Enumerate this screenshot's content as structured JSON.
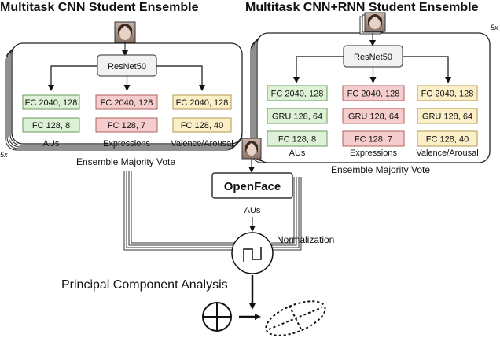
{
  "left_panel": {
    "title": "Multitask CNN Student Ensemble",
    "multiplier": "5x",
    "backbone": "ResNet50",
    "columns": [
      {
        "layer1": "FC 2040, 128",
        "layer2": "FC 128, 8",
        "output": "AUs",
        "color": "#dcf1d5",
        "border": "#6a9a5a"
      },
      {
        "layer1": "FC 2040, 128",
        "layer2": "FC 128, 7",
        "output": "Expressions",
        "color": "#f6cdcd",
        "border": "#b06060"
      },
      {
        "layer1": "FC 2040, 128",
        "layer2": "FC 128, 40",
        "output": "Valence/Arousal",
        "color": "#fbefc8",
        "border": "#b09a50"
      }
    ],
    "vote": "Ensemble Majority Vote"
  },
  "right_panel": {
    "title": "Multitask CNN+RNN Student Ensemble",
    "multiplier": "5x",
    "backbone": "ResNet50",
    "columns": [
      {
        "layer1": "FC 2040, 128",
        "layer2": "GRU 128, 64",
        "layer3": "FC 128, 8",
        "output": "AUs",
        "color": "#dcf1d5",
        "border": "#6a9a5a"
      },
      {
        "layer1": "FC 2040, 128",
        "layer2": "GRU 128, 64",
        "layer3": "FC 128, 7",
        "output": "Expressions",
        "color": "#f6cdcd",
        "border": "#b06060"
      },
      {
        "layer1": "FC 2040, 128",
        "layer2": "GRU 128, 64",
        "layer3": "FC 128, 40",
        "output": "Valence/Arousal",
        "color": "#fbefc8",
        "border": "#b09a50"
      }
    ],
    "vote": "Ensemble Majority Vote"
  },
  "openface": {
    "label": "OpenFace",
    "output": "AUs"
  },
  "normalization": "Normalization",
  "pca": "Principal Component Analysis"
}
